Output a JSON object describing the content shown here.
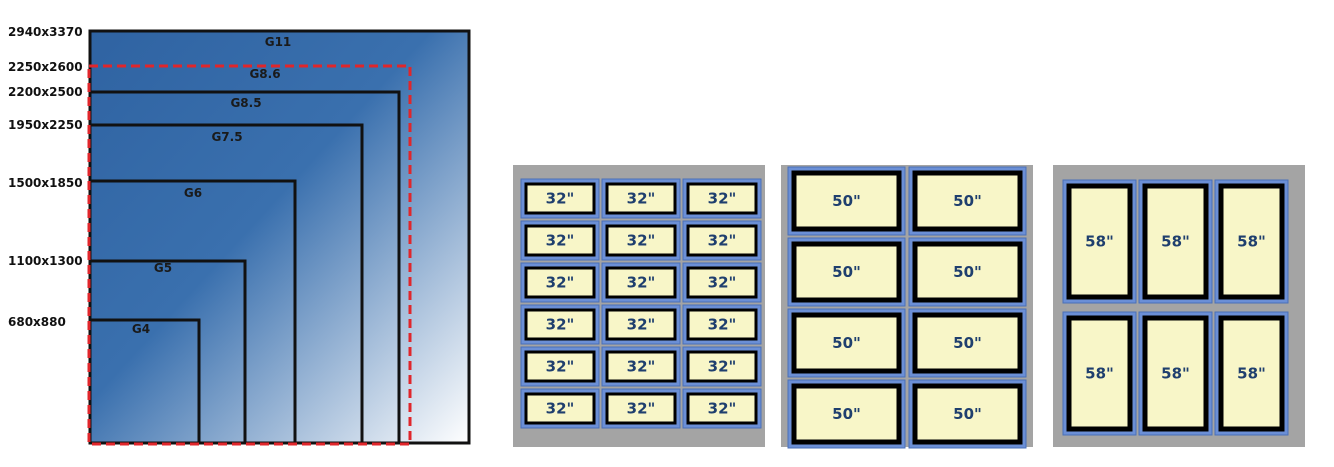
{
  "colors": {
    "gradient_dark": "#2f63a2",
    "gradient_light": "#ffffff",
    "outline": "#111111",
    "highlight": "#e0262b",
    "tray": "#a4a4a4",
    "panel_blue": "#6b8fd6",
    "panel_fill": "#f8f6c8",
    "panel_text": "#1f3f6e"
  },
  "generations": [
    {
      "gen": "G11",
      "size": "2940x3370",
      "highlight": false
    },
    {
      "gen": "G8.6",
      "size": "2250x2600",
      "highlight": true
    },
    {
      "gen": "G8.5",
      "size": "2200x2500",
      "highlight": false
    },
    {
      "gen": "G7.5",
      "size": "1950x2250",
      "highlight": false
    },
    {
      "gen": "G6",
      "size": "1500x1850",
      "highlight": false
    },
    {
      "gen": "G5",
      "size": "1100x1300",
      "highlight": false
    },
    {
      "gen": "G4",
      "size": "680x880",
      "highlight": false
    }
  ],
  "layouts": [
    {
      "label": "32\"",
      "cols": 3,
      "rows": 6,
      "count": 18
    },
    {
      "label": "50\"",
      "cols": 2,
      "rows": 4,
      "count": 8
    },
    {
      "label": "58\"",
      "cols": 3,
      "rows": 2,
      "count": 6
    }
  ]
}
